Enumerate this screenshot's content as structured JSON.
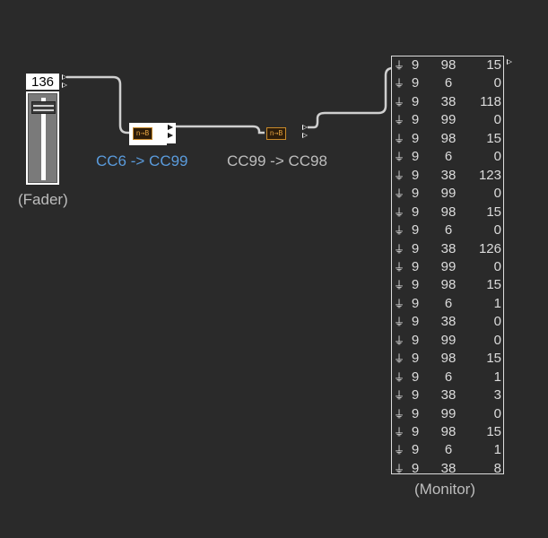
{
  "fader": {
    "value": "136",
    "caption": "(Fader)",
    "level": 0.95
  },
  "filter1": {
    "caption": "CC6 -> CC99",
    "icon_text": "n→B"
  },
  "filter2": {
    "caption": "CC99 -> CC98",
    "icon_text": "n→B"
  },
  "monitor": {
    "caption": "(Monitor)",
    "rows": [
      [
        "9",
        "98",
        "15"
      ],
      [
        "9",
        "6",
        "0"
      ],
      [
        "9",
        "38",
        "118"
      ],
      [
        "9",
        "99",
        "0"
      ],
      [
        "9",
        "98",
        "15"
      ],
      [
        "9",
        "6",
        "0"
      ],
      [
        "9",
        "38",
        "123"
      ],
      [
        "9",
        "99",
        "0"
      ],
      [
        "9",
        "98",
        "15"
      ],
      [
        "9",
        "6",
        "0"
      ],
      [
        "9",
        "38",
        "126"
      ],
      [
        "9",
        "99",
        "0"
      ],
      [
        "9",
        "98",
        "15"
      ],
      [
        "9",
        "6",
        "1"
      ],
      [
        "9",
        "38",
        "0"
      ],
      [
        "9",
        "99",
        "0"
      ],
      [
        "9",
        "98",
        "15"
      ],
      [
        "9",
        "6",
        "1"
      ],
      [
        "9",
        "38",
        "3"
      ],
      [
        "9",
        "99",
        "0"
      ],
      [
        "9",
        "98",
        "15"
      ],
      [
        "9",
        "6",
        "1"
      ],
      [
        "9",
        "38",
        "8"
      ]
    ]
  },
  "colors": {
    "background": "#2a2a2a",
    "accent_blue": "#5a9bdc",
    "wire": "#cfcfcf",
    "filter_icon": "#c88a2a"
  },
  "icons": {
    "monitor_row": "midi-event-icon",
    "filter": "filter-icon",
    "outlet": "outlet-triangle-icon"
  }
}
